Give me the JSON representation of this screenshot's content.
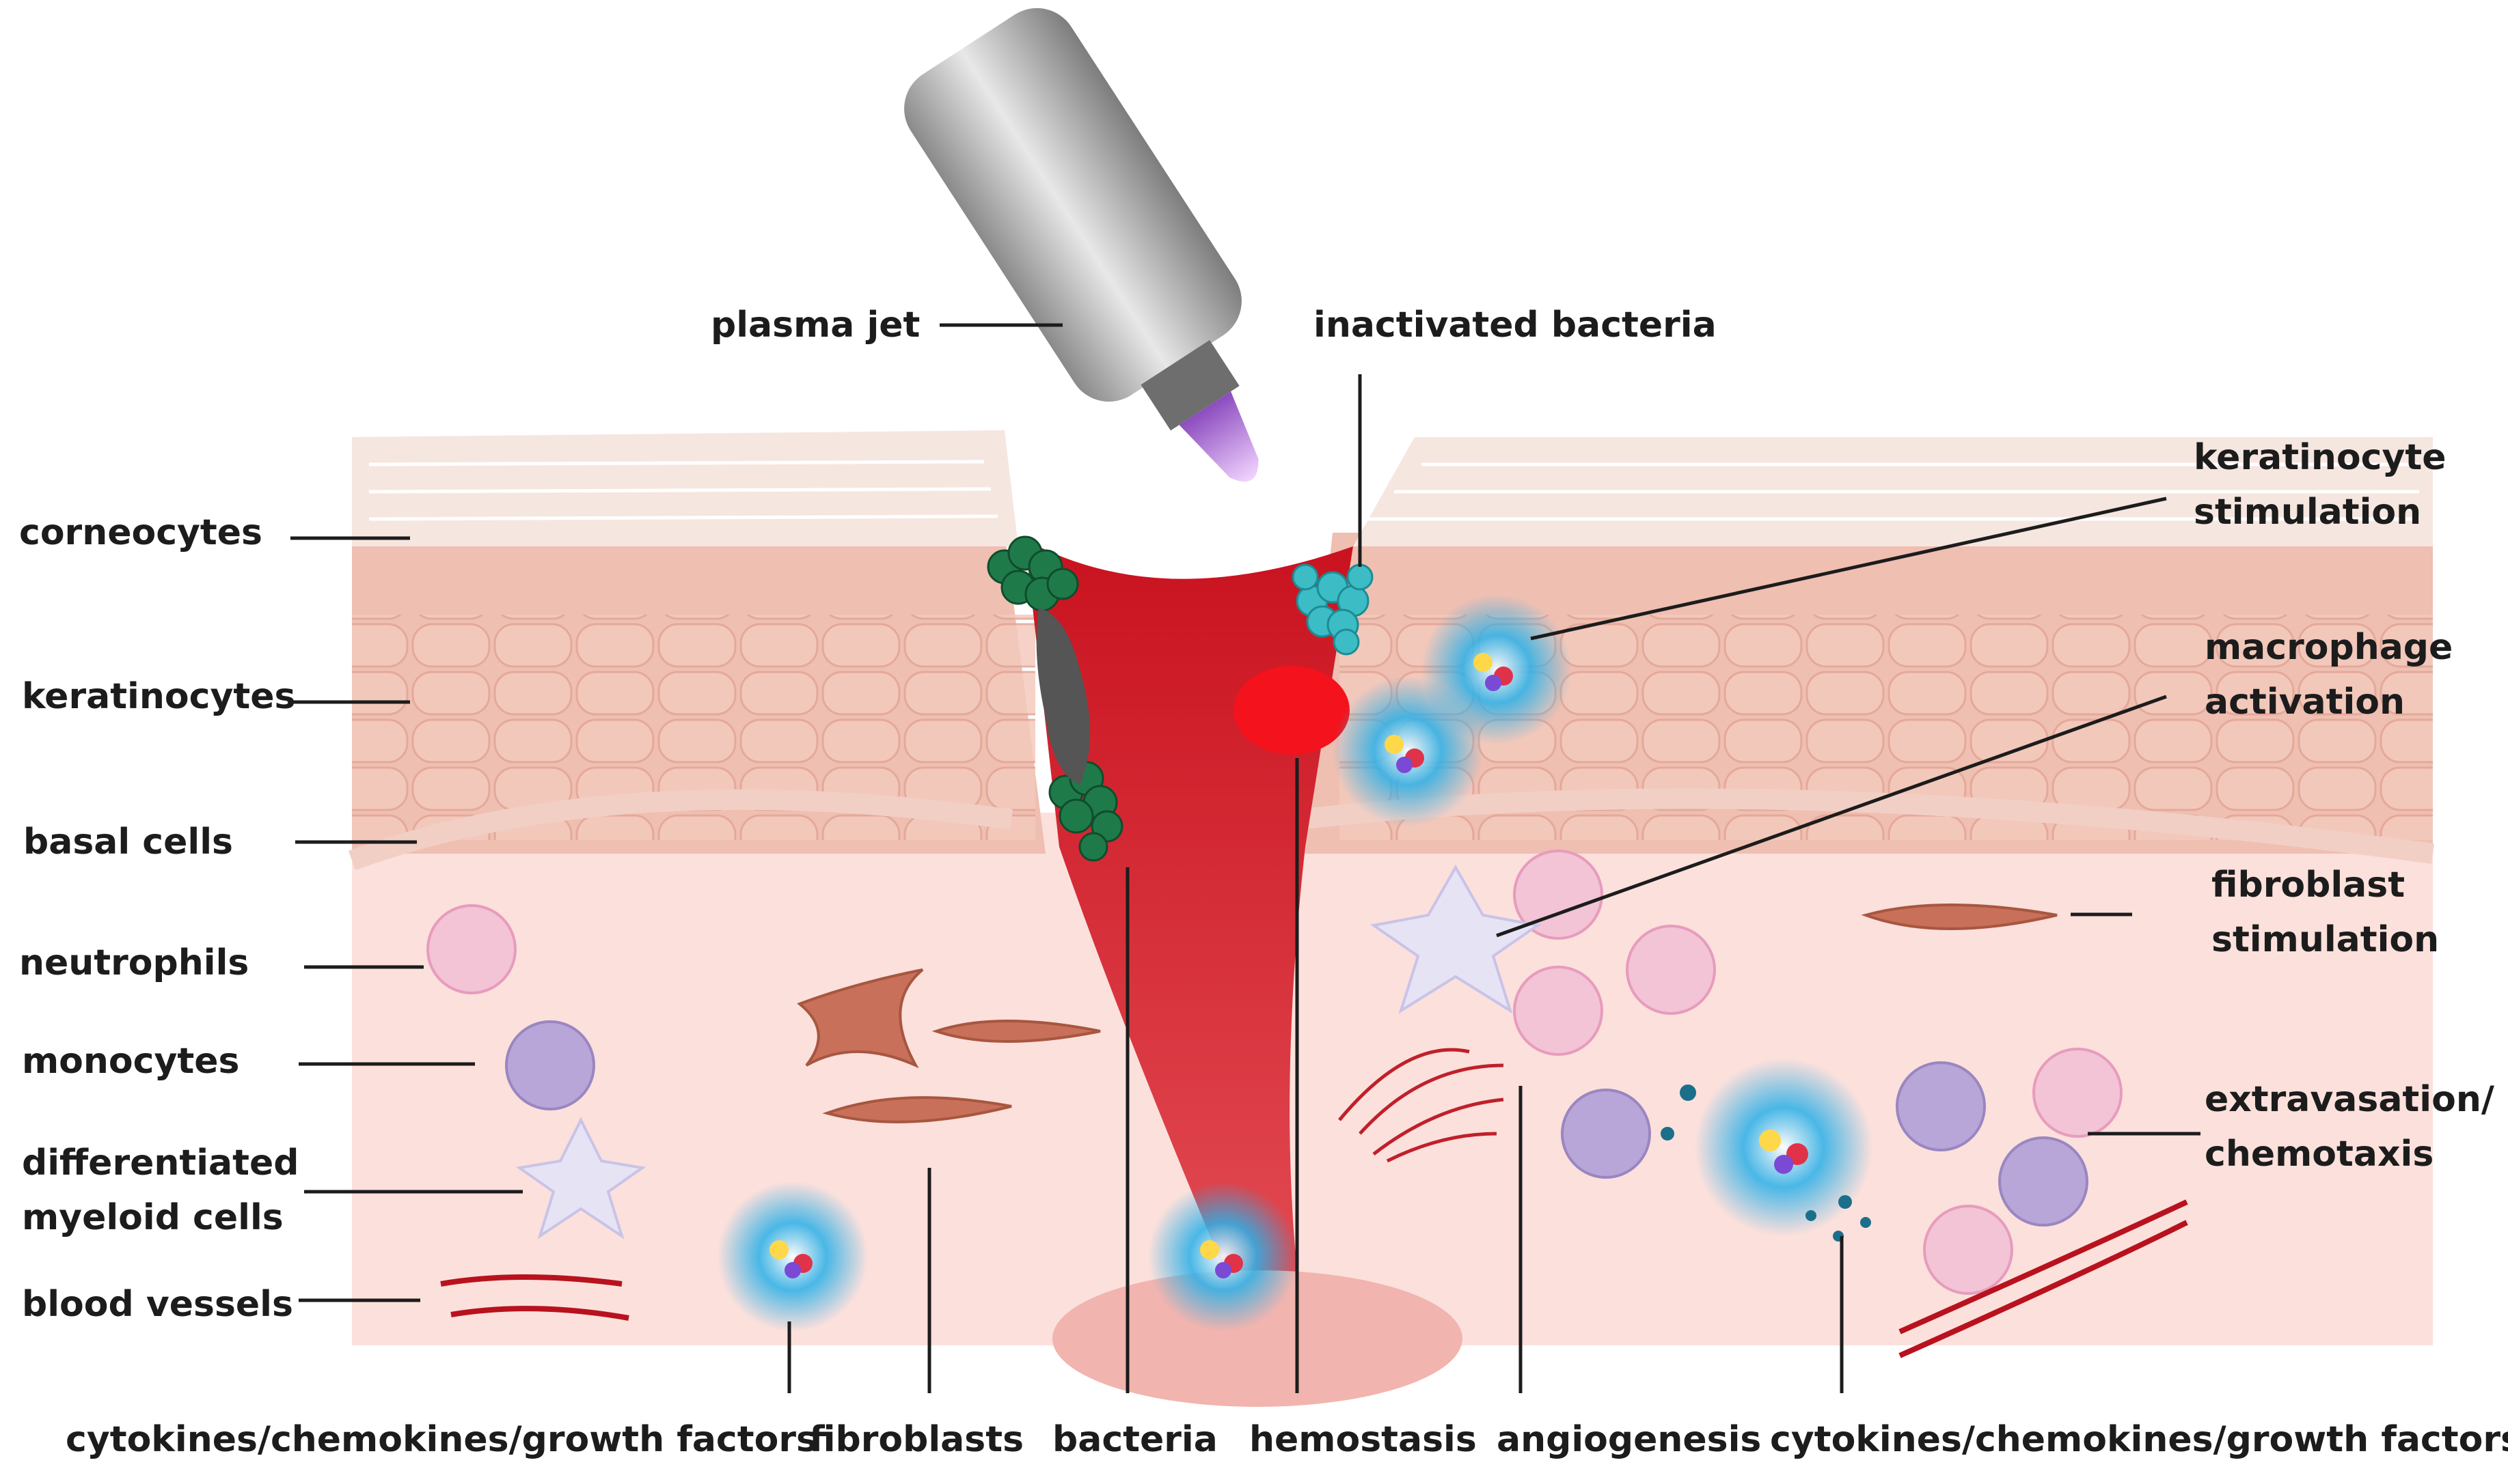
{
  "labels": {
    "plasma_jet": "plasma jet",
    "inactivated_bacteria": "inactivated bacteria",
    "corneocytes": "corneocytes",
    "keratinocytes": "keratinocytes",
    "basal_cells": "basal cells",
    "neutrophils": "neutrophils",
    "monocytes": "monocytes",
    "differentiated_myeloid_cells": [
      "differentiated",
      "myeloid cells"
    ],
    "blood_vessels": "blood vessels",
    "keratinocyte_stimulation": [
      "keratinocyte",
      "stimulation"
    ],
    "macrophage_activation": [
      "macrophage",
      "activation"
    ],
    "fibroblast_stimulation": [
      "fibroblast",
      "stimulation"
    ],
    "extravasation_chemotaxis": [
      "extravasation/",
      "chemotaxis"
    ],
    "cytokines_left": "cytokines/chemokines/growth factors",
    "fibroblasts": "fibroblasts",
    "bacteria": "bacteria",
    "hemostasis": "hemostasis",
    "angiogenesis": "angiogenesis",
    "cytokines_right": "cytokines/chemokines/growth factors"
  },
  "colors": {
    "skin_top": "#f6e6e0",
    "epidermis": "#efbfb2",
    "dermis": "#fbe0dc",
    "wound": "#d4202a",
    "bacteria_green": "#1f7a4a",
    "bacteria_teal": "#3cbcc4",
    "cytokine_glow": "#2ab0e8",
    "fibroblast": "#c8705a",
    "neutrophil": "#f3c3d6",
    "monocyte": "#b9a6d8",
    "myeloid": "#e6e3f5",
    "vessel": "#b8121e",
    "plasma_glow": "#b97ce0"
  }
}
